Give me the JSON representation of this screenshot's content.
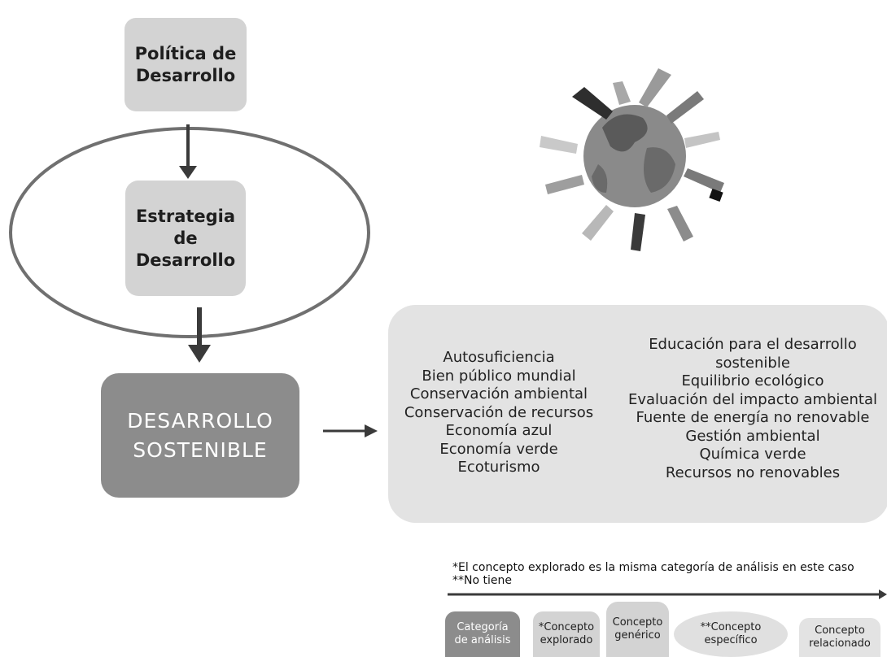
{
  "nodes": {
    "policy": "Política de\nDesarrollo",
    "strategy": "Estrategia de\nDesarrollo",
    "sustainable": "DESARROLLO\nSOSTENIBLE"
  },
  "concepts": {
    "left_column": [
      "Autosuficiencia",
      "Bien público mundial",
      "Conservación ambiental",
      "Conservación de recursos",
      "Economía azul",
      "Economía verde",
      "Ecoturismo"
    ],
    "right_column": [
      "Educación para el desarrollo",
      "sostenible",
      "Equilibrio ecológico",
      "Evaluación del impacto ambiental",
      "Fuente de energía no renovable",
      "Gestión ambiental",
      "Química verde",
      "Recursos no renovables"
    ]
  },
  "footnotes": {
    "note1": "*El concepto explorado es la misma categoría de análisis en este caso",
    "note2": "**No tiene"
  },
  "legend": {
    "category": "Categoría\nde análisis",
    "explored": "*Concepto\nexplorado",
    "generic": "Concepto\ngenérico",
    "specific": "**Concepto\nespecífico",
    "related": "Concepto\nrelacionado"
  },
  "colors": {
    "dark_box": "#8c8c8c",
    "light_box": "#d3d3d3",
    "concept_area": "#e3e3e3",
    "arrow": "#3a3a3a"
  },
  "illustration": "globe-with-hands-icon"
}
